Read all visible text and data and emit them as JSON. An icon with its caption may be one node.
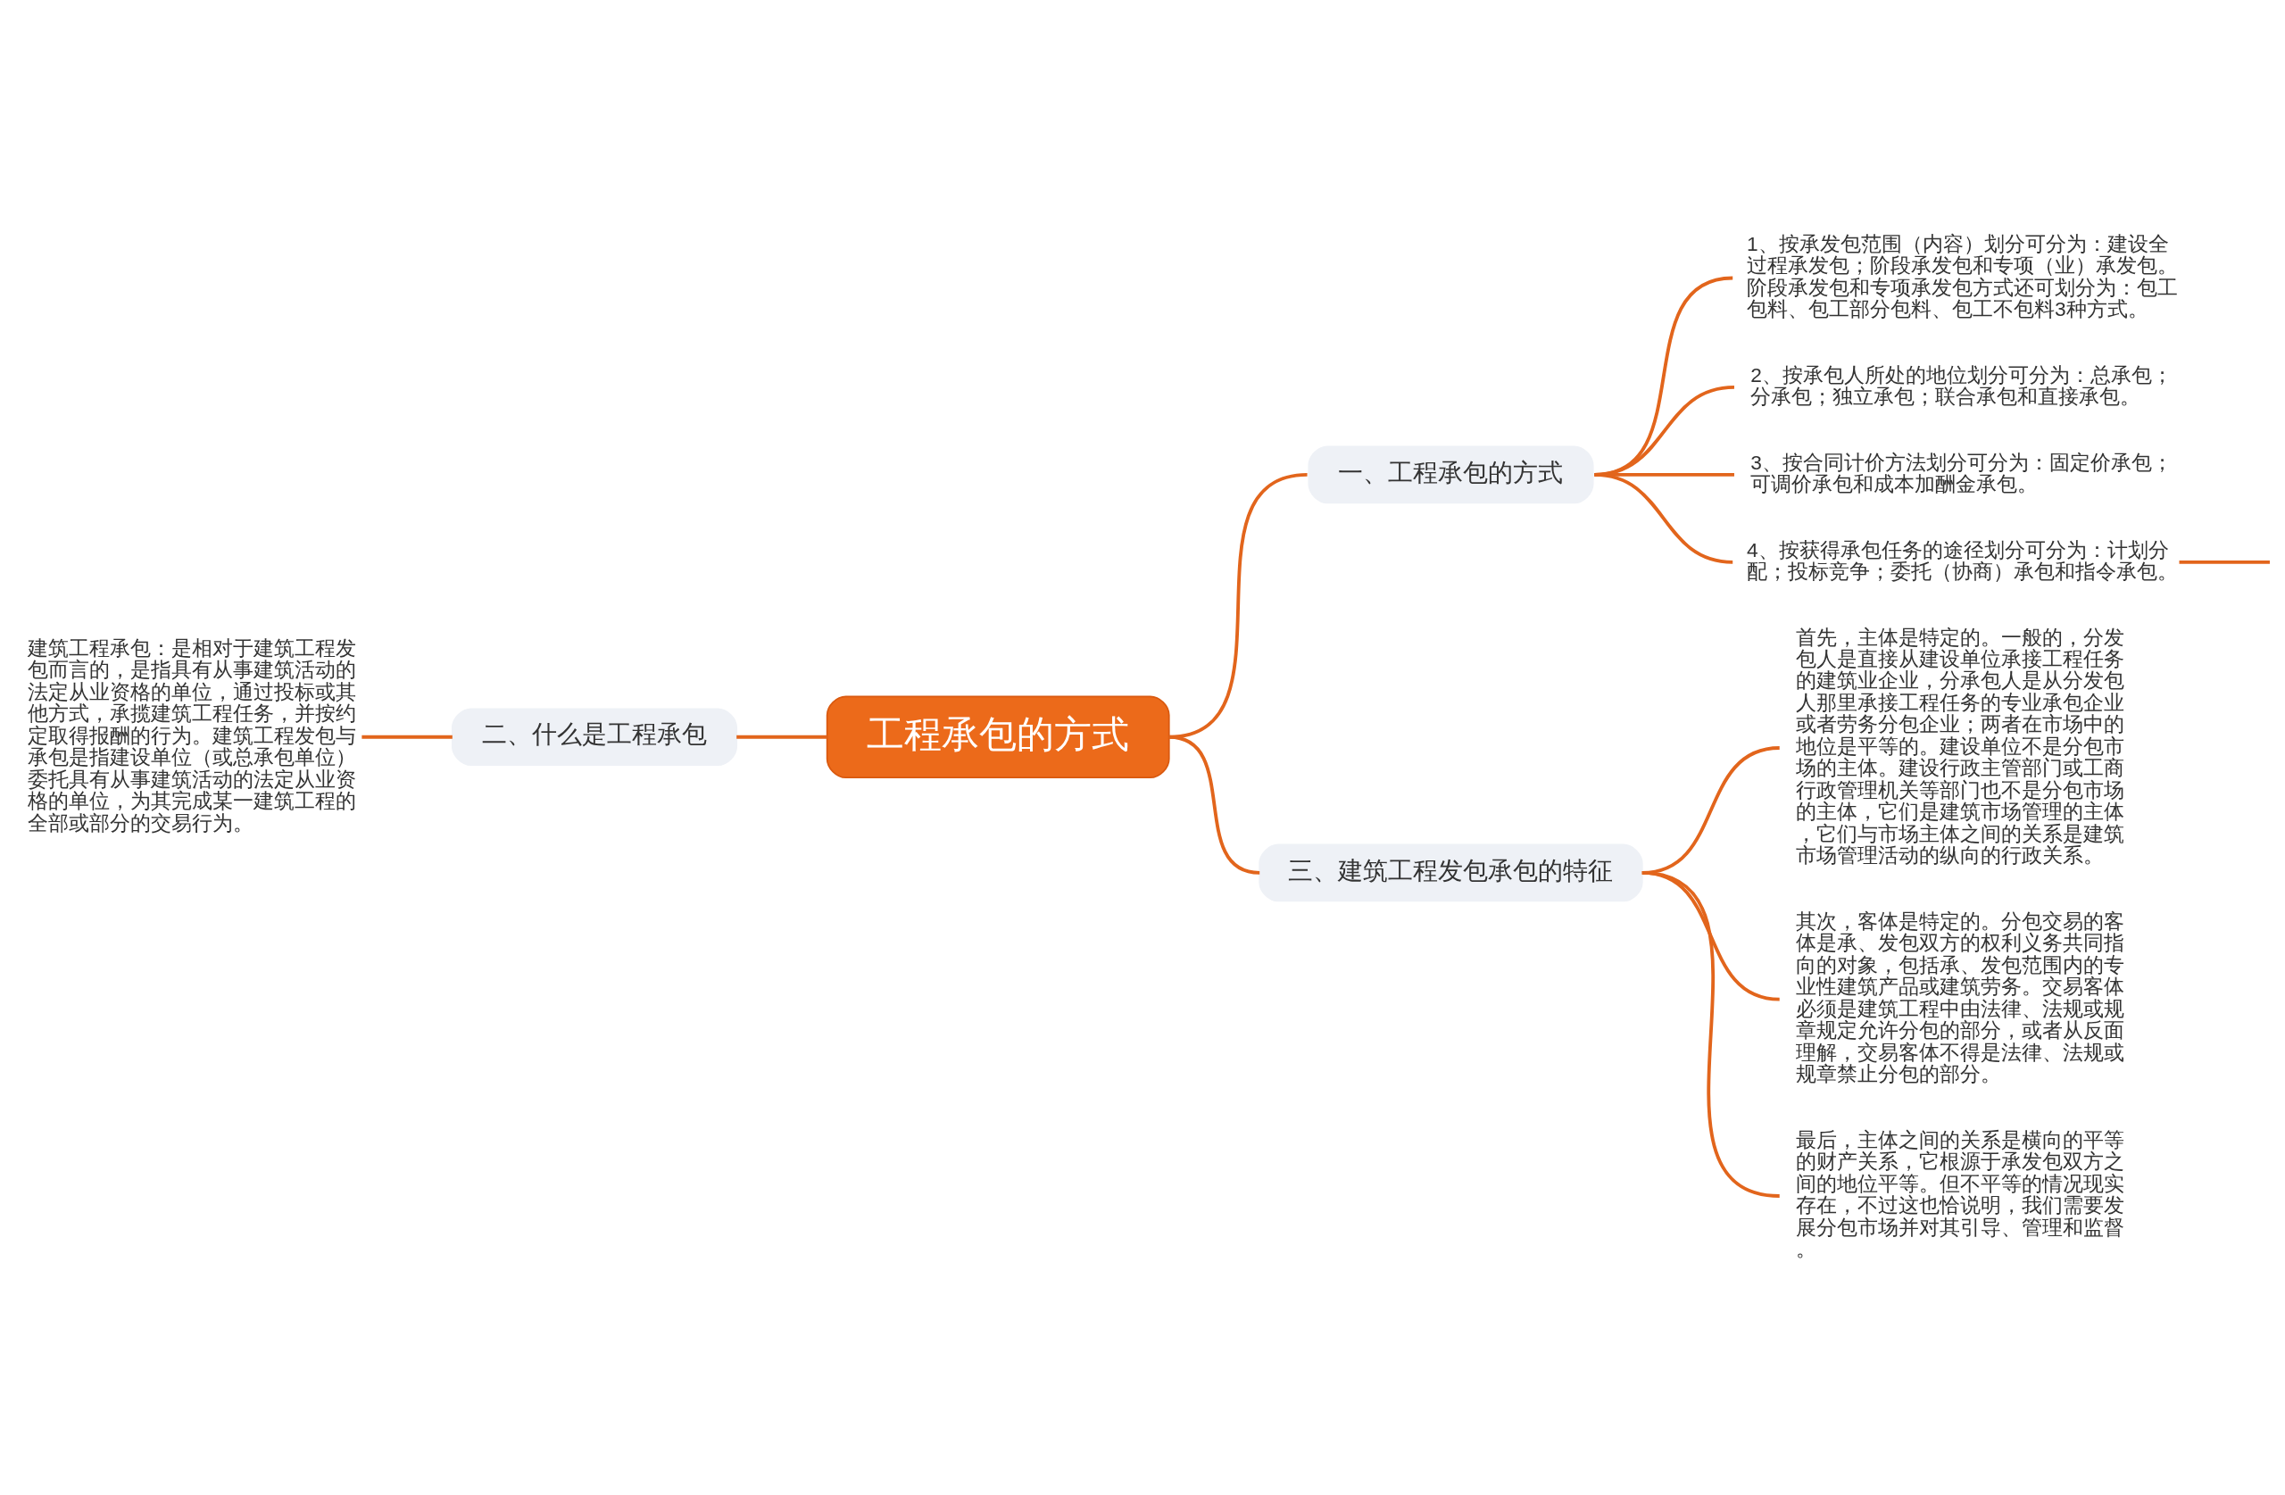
{
  "diagram": {
    "nodes": [
      {
        "text": [
          "工程承包的方式"
        ]
      },
      {
        "text": [
          "一、工程承包的方式"
        ]
      },
      {
        "text": [
          "1、按承发包范围（内容）划分可分为：建设全过程承发包；阶段承发包和专项（业）承发包。阶段承发包和专项承发包方式还可划分为：包工包料、包工部分包料、包工不包料3种方式。"
        ]
      },
      {
        "text": [
          "2、按承包人所处的地位划分可分为：总承包；分承包；独立承包；联合承包和直接承包。"
        ]
      },
      {
        "text": [
          "3、按合同计价方法划分可分为：固定价承包；可调价承包和成本加酬金承包。"
        ]
      },
      {
        "text": [
          "4、按获得承包任务的途径划分可分为：计划分配；投标竞争；委托（协商）承包和指令承包。"
        ]
      },
      {
        "text": [
          "二、什么是工程承包"
        ]
      },
      {
        "text": [
          "建筑工程承包：是相对于建筑工程发包而言的，是指具有从事建筑活动的法定从业资格的单位，通过投标或其他方式，承揽建筑工程任务，并按约定取得报酬的行为。建筑工程发包与承包是指建设单位（或总承包单位）委托具有从事建筑活动的法定从业资格的单位，为其完成某一建筑工程的全部或部分的交易行为。"
        ]
      },
      {
        "text": [
          "三、建筑工程发包承包的特征"
        ]
      },
      {
        "text": [
          "首先，主体是特定的。一般的，分发包人是直接从建设单位承接工程任务的建筑业企业，分承包人是从分发包人那里承接工程任务的专业承包企业或者劳务分包企业；两者在市场中的地位是平等的。建设单位不是分包市场的主体。建设行政主管部门或工商行政管理机关等部门也不是分包市场的主体，它们是建筑市场管理的主体，它们与市场主体之间的关系是建筑市场管理活动的纵向的行政关系。"
        ]
      },
      {
        "text": [
          "其次，客体是特定的。分包交易的客体是承、发包双方的权利义务共同指向的对象，包括承、发包范围内的专业性建筑产品或建筑劳务。交易客体必须是建筑工程中由法律、法规或规章规定允许分包的部分，或者从反面理解，交易客体不得是法律、法规或规章禁止分包的部分。"
        ]
      },
      {
        "text": [
          "最后，主体之间的关系是横向的平等的财产关系，它根源于承发包双方之间的地位平等。但不平等的情况现实存在，不过这也恰说明，我们需要发展分包市场并对其引导、管理和监督。"
        ]
      }
    ],
    "edges": [
      {
        "from": 0,
        "to": 1,
        "arrow": "none"
      },
      {
        "from": 1,
        "to": 2,
        "arrow": "none"
      },
      {
        "from": 1,
        "to": 3,
        "arrow": "none"
      },
      {
        "from": 1,
        "to": 4,
        "arrow": "none"
      },
      {
        "from": 1,
        "to": 5,
        "arrow": "none"
      },
      {
        "from": 5,
        "to": null,
        "arrow": "none"
      },
      {
        "from": 0,
        "to": 6,
        "arrow": "none"
      },
      {
        "from": 6,
        "to": 7,
        "arrow": "none"
      },
      {
        "from": 0,
        "to": 8,
        "arrow": "none"
      },
      {
        "from": 8,
        "to": 9,
        "arrow": "none"
      },
      {
        "from": 8,
        "to": 10,
        "arrow": "none"
      },
      {
        "from": 8,
        "to": 11,
        "arrow": "none"
      }
    ]
  }
}
